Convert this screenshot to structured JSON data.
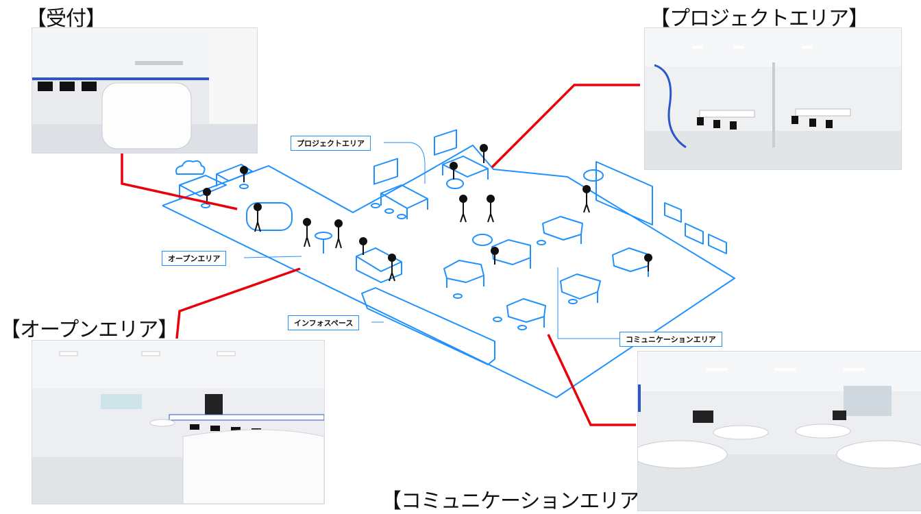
{
  "headings": {
    "reception": "【受付】",
    "project": "【プロジェクトエリア】",
    "open": "【オープンエリア】",
    "communication": "【コミュニケーションエリア】"
  },
  "diagram_labels": {
    "project": "プロジェクトエリア",
    "open": "オープンエリア",
    "info": "インフォスペース",
    "communication": "コミュニケーションエリア"
  },
  "colors": {
    "floorplan_line": "#1e90ff",
    "leader_line": "#e8000b",
    "people": "#111111"
  }
}
